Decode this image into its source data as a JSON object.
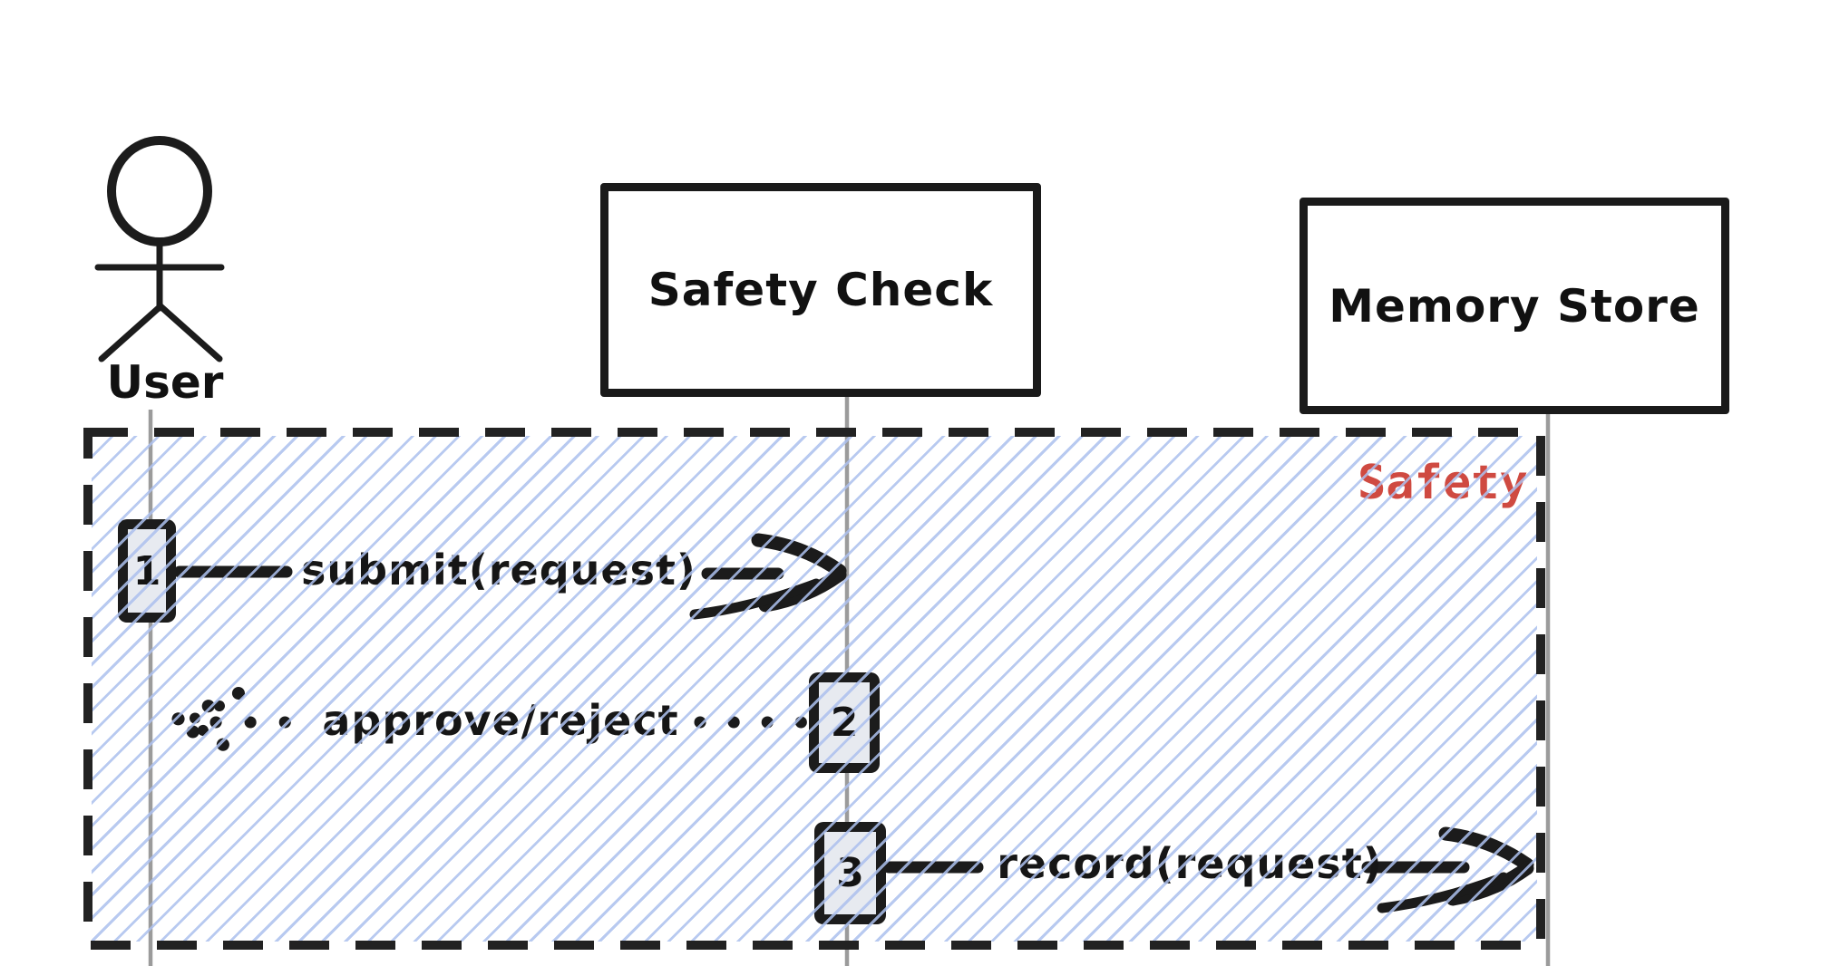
{
  "diagram": {
    "type": "sequence-diagram",
    "actor": {
      "label": "User"
    },
    "participants": [
      {
        "id": "safety-check",
        "label": "Safety Check"
      },
      {
        "id": "memory-store",
        "label": "Memory Store"
      }
    ],
    "region": {
      "label": "Safety",
      "label_color": "#cf4a41",
      "border_style": "dashed",
      "border_color": "#222222",
      "hatch_color": "#acc0ee"
    },
    "messages": [
      {
        "seq": "1",
        "label": "submit(request)",
        "from": "User",
        "to": "Safety Check",
        "line_style": "solid",
        "direction": "right"
      },
      {
        "seq": "2",
        "label": "approve/reject",
        "from": "Safety Check",
        "to": "User",
        "line_style": "dotted",
        "direction": "left"
      },
      {
        "seq": "3",
        "label": "record(request)",
        "from": "Safety Check",
        "to": "Memory Store",
        "line_style": "solid",
        "direction": "right"
      }
    ],
    "colors": {
      "stroke": "#1c1c1c",
      "lifeline": "#9b9b9b",
      "activation_fill": "#e7eaf0",
      "background": "#ffffff"
    }
  }
}
